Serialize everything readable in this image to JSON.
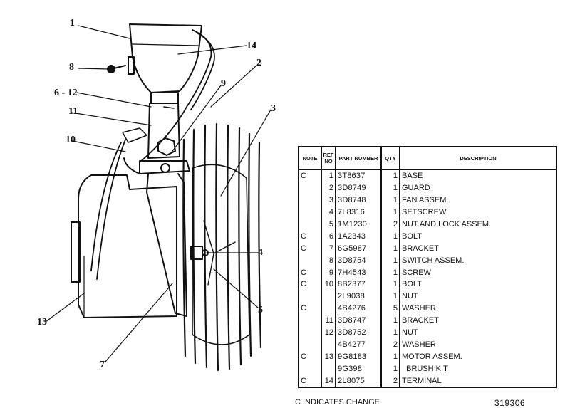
{
  "callouts": [
    "1",
    "14",
    "8",
    "2",
    "9",
    "6 - 12",
    "3",
    "11",
    "10",
    "4",
    "5",
    "13",
    "7"
  ],
  "table": {
    "headers": {
      "note": "NOTE",
      "ref_no": "REF NO",
      "part_number": "PART NUMBER",
      "qty": "QTY",
      "description": "DESCRIPTION"
    },
    "rows": [
      {
        "note": "C",
        "ref": "1",
        "part": "3T8637",
        "qty": "1",
        "desc": "BASE"
      },
      {
        "note": "",
        "ref": "2",
        "part": "3D8749",
        "qty": "1",
        "desc": "GUARD"
      },
      {
        "note": "",
        "ref": "3",
        "part": "3D8748",
        "qty": "1",
        "desc": "FAN ASSEM."
      },
      {
        "note": "",
        "ref": "4",
        "part": "7L8316",
        "qty": "1",
        "desc": "SETSCREW"
      },
      {
        "note": "",
        "ref": "5",
        "part": "1M1230",
        "qty": "2",
        "desc": "NUT AND LOCK ASSEM."
      },
      {
        "note": "C",
        "ref": "6",
        "part": "1A2343",
        "qty": "1",
        "desc": "BOLT"
      },
      {
        "note": "C",
        "ref": "7",
        "part": "6G5987",
        "qty": "1",
        "desc": "BRACKET"
      },
      {
        "note": "",
        "ref": "8",
        "part": "3D8754",
        "qty": "1",
        "desc": "SWITCH ASSEM."
      },
      {
        "note": "C",
        "ref": "9",
        "part": "7H4543",
        "qty": "1",
        "desc": "SCREW"
      },
      {
        "note": "C",
        "ref": "10",
        "part": "8B2377",
        "qty": "1",
        "desc": "BOLT"
      },
      {
        "note": "",
        "ref": "",
        "part": "2L9038",
        "qty": "1",
        "desc": "NUT"
      },
      {
        "note": "C",
        "ref": "",
        "part": "4B4276",
        "qty": "5",
        "desc": "WASHER"
      },
      {
        "note": "",
        "ref": "11",
        "part": "3D8747",
        "qty": "1",
        "desc": "BRACKET"
      },
      {
        "note": "",
        "ref": "12",
        "part": "3D8752",
        "qty": "1",
        "desc": "NUT"
      },
      {
        "note": "",
        "ref": "",
        "part": "4B4277",
        "qty": "2",
        "desc": "WASHER"
      },
      {
        "note": "C",
        "ref": "13",
        "part": "9G8183",
        "qty": "1",
        "desc": "MOTOR ASSEM."
      },
      {
        "note": "",
        "ref": "",
        "part": "9G398",
        "qty": "1",
        "desc": "  BRUSH KIT"
      },
      {
        "note": "C",
        "ref": "14",
        "part": "2L8075",
        "qty": "2",
        "desc": "TERMINAL"
      }
    ]
  },
  "footer": {
    "note": "C   INDICATES CHANGE",
    "figure_number": "319306"
  }
}
